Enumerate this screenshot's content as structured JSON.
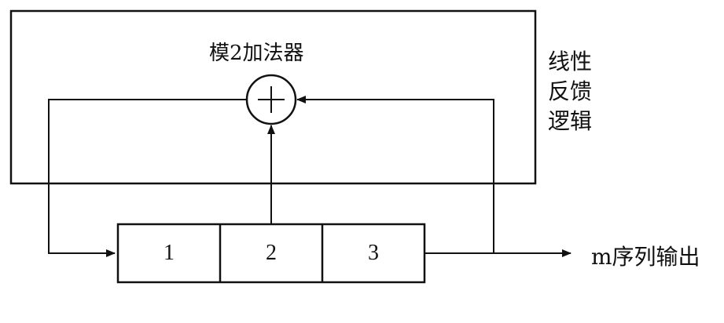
{
  "diagram": {
    "adder_label": "模2加法器",
    "feedback_logic_lines": [
      "线性",
      "反馈",
      "逻辑"
    ],
    "register_cells": [
      "1",
      "2",
      "3"
    ],
    "output_label": "m序列输出",
    "adder_symbol": "plus-in-circle-icon"
  },
  "colors": {
    "stroke": "#111111",
    "background": "#ffffff"
  }
}
